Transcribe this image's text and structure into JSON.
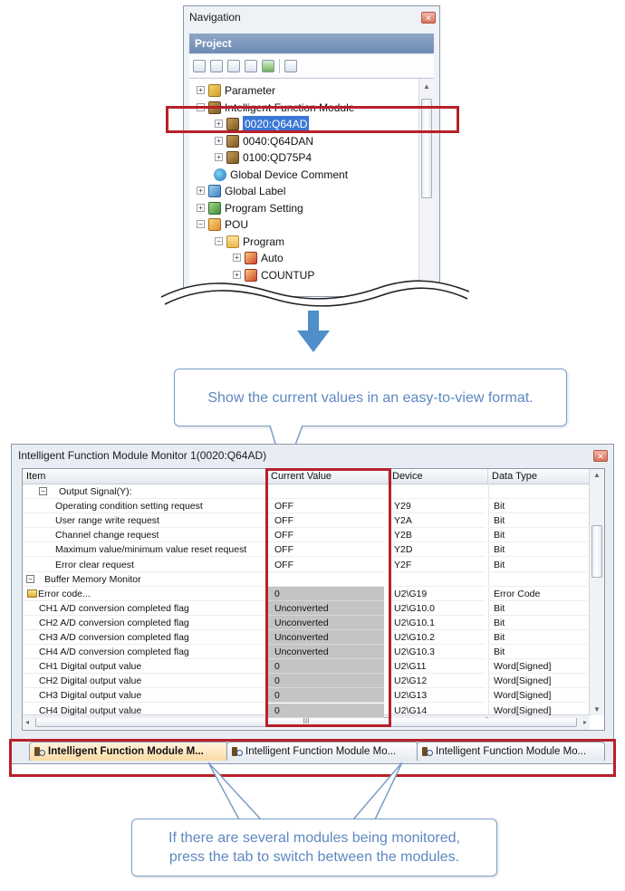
{
  "navigation": {
    "title": "Navigation",
    "section": "Project",
    "tree": [
      {
        "label": "Parameter",
        "icon": "parameter-icon",
        "expander": "+"
      },
      {
        "label": "Intelligent Function Module",
        "icon": "module-folder-icon",
        "expander": "-"
      },
      {
        "label": "0020:Q64AD",
        "icon": "module-icon",
        "expander": "+",
        "selected": true
      },
      {
        "label": "0040:Q64DAN",
        "icon": "module-icon",
        "expander": "+"
      },
      {
        "label": "0100:QD75P4",
        "icon": "module-icon",
        "expander": "+"
      },
      {
        "label": "Global Device Comment",
        "icon": "globe-icon",
        "expander": ""
      },
      {
        "label": "Global Label",
        "icon": "label-icon",
        "expander": "+"
      },
      {
        "label": "Program Setting",
        "icon": "program-setting-icon",
        "expander": "+"
      },
      {
        "label": "POU",
        "icon": "pou-icon",
        "expander": "-"
      },
      {
        "label": "Program",
        "icon": "folder-icon",
        "expander": "-"
      },
      {
        "label": "Auto",
        "icon": "program-icon",
        "expander": "+"
      },
      {
        "label": "COUNTUP",
        "icon": "program-icon",
        "expander": "+"
      }
    ]
  },
  "callouts": {
    "top": "Show the current values in an easy-to-view format.",
    "bottom_line1": "If there are several modules being monitored,",
    "bottom_line2": "press the tab to switch between the modules."
  },
  "monitor": {
    "title": "Intelligent Function Module Monitor 1(0020:Q64AD)",
    "columns": {
      "item": "Item",
      "value": "Current Value",
      "device": "Device",
      "type": "Data Type"
    },
    "rows": [
      {
        "indent": 1,
        "expander": "-",
        "item": "Output Signal(Y):",
        "value": "",
        "device": "",
        "type": "",
        "gray": false
      },
      {
        "indent": 2,
        "item": "Operating condition setting request",
        "value": "OFF",
        "device": "Y29",
        "type": "Bit",
        "gray": false
      },
      {
        "indent": 2,
        "item": "User range write request",
        "value": "OFF",
        "device": "Y2A",
        "type": "Bit",
        "gray": false
      },
      {
        "indent": 2,
        "item": "Channel change request",
        "value": "OFF",
        "device": "Y2B",
        "type": "Bit",
        "gray": false
      },
      {
        "indent": 2,
        "item": "Maximum value/minimum value reset request",
        "value": "OFF",
        "device": "Y2D",
        "type": "Bit",
        "gray": false
      },
      {
        "indent": 2,
        "item": "Error clear request",
        "value": "OFF",
        "device": "Y2F",
        "type": "Bit",
        "gray": false
      },
      {
        "indent": 0,
        "expander": "-",
        "item": "Buffer Memory Monitor",
        "value": "",
        "device": "",
        "type": "",
        "gray": false
      },
      {
        "indent": 0,
        "icon": true,
        "item": "Error code...",
        "value": "0",
        "device": "U2\\G19",
        "type": "Error Code",
        "gray": true
      },
      {
        "indent": 1,
        "item": "CH1 A/D conversion completed flag",
        "value": "Unconverted",
        "device": "U2\\G10.0",
        "type": "Bit",
        "gray": true
      },
      {
        "indent": 1,
        "item": "CH2 A/D conversion completed flag",
        "value": "Unconverted",
        "device": "U2\\G10.1",
        "type": "Bit",
        "gray": true
      },
      {
        "indent": 1,
        "item": "CH3 A/D conversion completed flag",
        "value": "Unconverted",
        "device": "U2\\G10.2",
        "type": "Bit",
        "gray": true
      },
      {
        "indent": 1,
        "item": "CH4 A/D conversion completed flag",
        "value": "Unconverted",
        "device": "U2\\G10.3",
        "type": "Bit",
        "gray": true
      },
      {
        "indent": 1,
        "item": "CH1 Digital output value",
        "value": "0",
        "device": "U2\\G11",
        "type": "Word[Signed]",
        "gray": true
      },
      {
        "indent": 1,
        "item": "CH2 Digital output value",
        "value": "0",
        "device": "U2\\G12",
        "type": "Word[Signed]",
        "gray": true
      },
      {
        "indent": 1,
        "item": "CH3 Digital output value",
        "value": "0",
        "device": "U2\\G13",
        "type": "Word[Signed]",
        "gray": true
      },
      {
        "indent": 1,
        "item": "CH4 Digital output value",
        "value": "0",
        "device": "U2\\G14",
        "type": "Word[Signed]",
        "gray": true
      }
    ],
    "tabs": [
      {
        "label": "Intelligent Function Module M...",
        "active": true
      },
      {
        "label": "Intelligent Function Module Mo...",
        "active": false
      },
      {
        "label": "Intelligent Function Module Mo...",
        "active": false
      }
    ],
    "hscroll_grip": "III",
    "colors": {
      "highlight": "#b8202a",
      "callout_text": "#5e88c0",
      "gray_cell": "#c4c4c4",
      "selection": "#3a77d6"
    }
  }
}
